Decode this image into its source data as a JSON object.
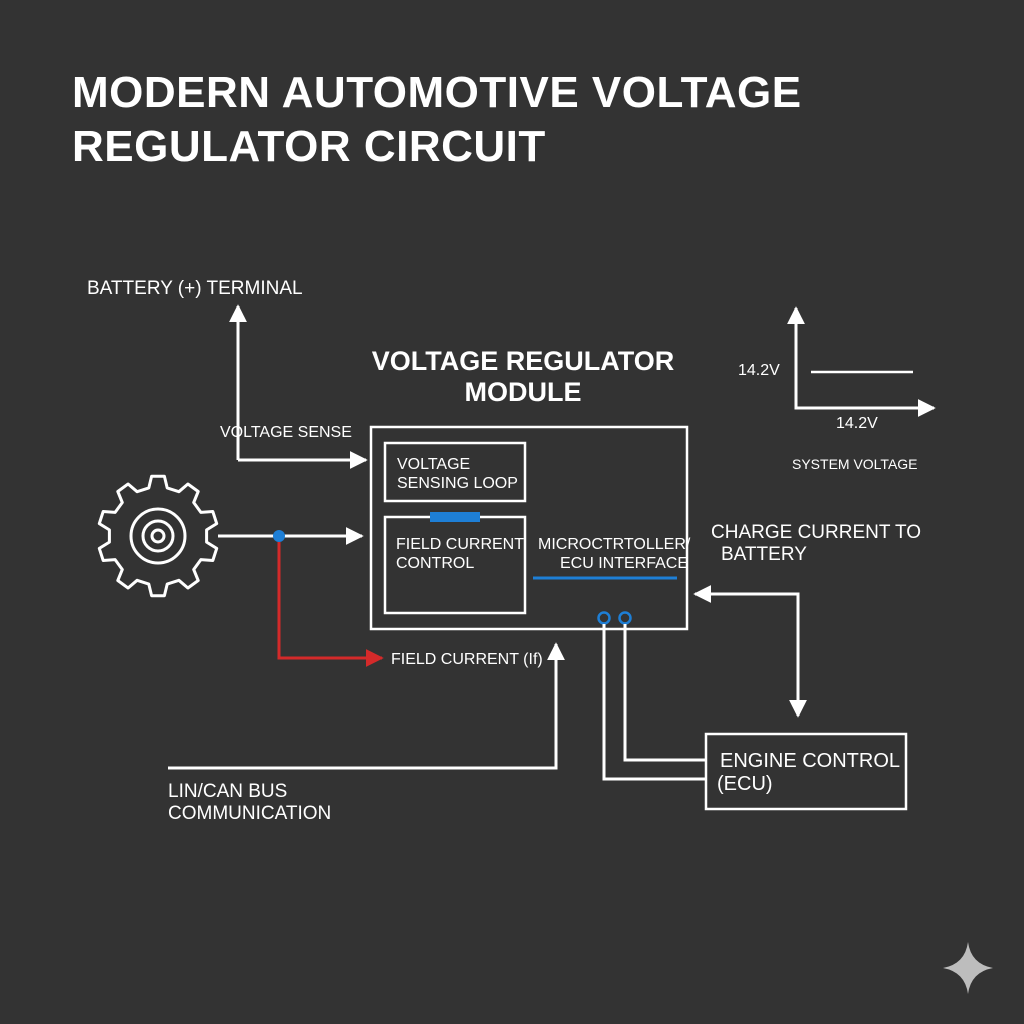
{
  "title": {
    "line1": "MODERN AUTOMOTIVE VOLTAGE",
    "line2": "REGULATOR CIRCUIT"
  },
  "labels": {
    "battery_terminal": "BATTERY (+) TERMINAL",
    "voltage_sense": "VOLTAGE SENSE",
    "module_title_line1": "VOLTAGE REGULATOR",
    "module_title_line2": "MODULE",
    "sensing_loop_line1": "VOLTAGE",
    "sensing_loop_line2": "SENSING LOOP",
    "field_control_line1": "FIELD CURRENT",
    "field_control_line2": "CONTROL",
    "mcu_line1": "MICROCTRTOLLER/",
    "mcu_line2": "ECU INTERFACE",
    "field_current": "FIELD CURRENT (If)",
    "charge_current_line1": "CHARGE CURRENT TO",
    "charge_current_line2": "BATTERY",
    "ecu_line1": "ENGINE CONTROL",
    "ecu_line2": "(ECU)",
    "bus_line1": "LIN/CAN BUS",
    "bus_line2": "COMMUNICATION",
    "graph_y_value": "14.2V",
    "graph_x_value": "14.2V",
    "system_voltage": "SYSTEM VOLTAGE"
  },
  "icons": {
    "alternator": "gear-icon",
    "brand_mark": "sparkle-icon"
  },
  "colors": {
    "background": "#333333",
    "wire": "#ffffff",
    "field_current_wire": "#d42a2a",
    "accent_blue": "#1e7fd6"
  }
}
